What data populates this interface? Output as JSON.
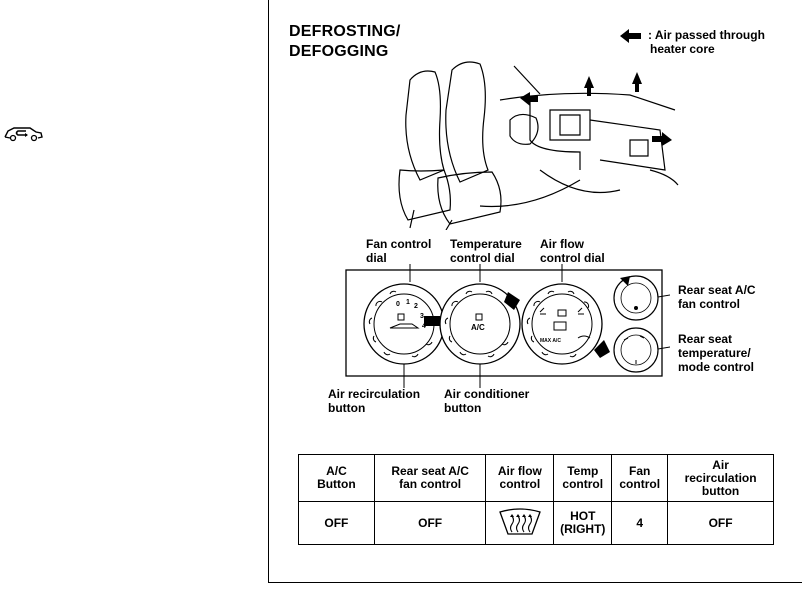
{
  "heading": {
    "line1": "DEFROSTING/",
    "line2": "DEFOGGING"
  },
  "legend": {
    "line1": ": Air passed through",
    "line2": "heater core"
  },
  "callouts": {
    "fan_dial": {
      "line1": "Fan control",
      "line2": "dial"
    },
    "temp_dial": {
      "line1": "Temperature",
      "line2": "control dial"
    },
    "flow_dial": {
      "line1": "Air flow",
      "line2": "control dial"
    },
    "rear_fan": {
      "line1": "Rear seat A/C",
      "line2": "fan control"
    },
    "rear_temp": {
      "line1": "Rear seat",
      "line2": "temperature/",
      "line3": "mode control"
    },
    "recirc": {
      "line1": "Air recirculation",
      "line2": "button"
    },
    "ac": {
      "line1": "Air conditioner",
      "line2": "button"
    }
  },
  "dial_marks": {
    "fan_numbers": [
      "0",
      "1",
      "2",
      "3",
      "4"
    ],
    "ac_label": "A/C",
    "max_ac_label": "MAX A/C"
  },
  "table": {
    "headers": [
      [
        "A/C",
        "Button"
      ],
      [
        "Rear seat A/C",
        "fan control"
      ],
      [
        "Air flow",
        "control"
      ],
      [
        "Temp",
        "control"
      ],
      [
        "Fan",
        "control"
      ],
      [
        "Air",
        "recirculation",
        "button"
      ]
    ],
    "values": {
      "ac_button": "OFF",
      "rear_fan": "OFF",
      "air_flow_icon": "windshield-defrost-icon",
      "temp_line1": "HOT",
      "temp_line2": "(RIGHT)",
      "fan": "4",
      "recirc": "OFF"
    }
  }
}
